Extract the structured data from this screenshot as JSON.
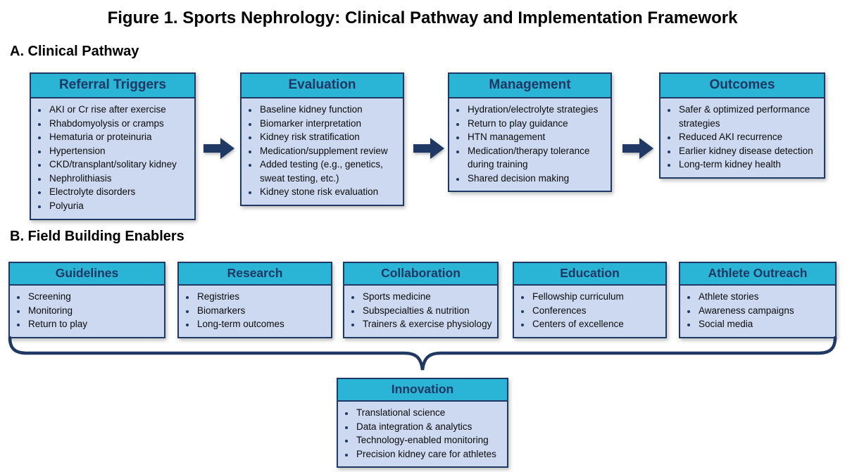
{
  "figure_title": "Figure 1. Sports Nephrology: Clinical Pathway and Implementation Framework",
  "section_a": {
    "heading": "A. Clinical Pathway",
    "boxes": [
      {
        "title": "Referral Triggers",
        "items": [
          "AKI or Cr rise after exercise",
          "Rhabdomyolysis or cramps",
          "Hematuria or proteinuria",
          "Hypertension",
          "CKD/transplant/solitary kidney",
          "Nephrolithiasis",
          "Electrolyte disorders",
          "Polyuria"
        ]
      },
      {
        "title": "Evaluation",
        "items": [
          "Baseline kidney function",
          "Biomarker interpretation",
          "Kidney risk stratification",
          "Medication/supplement review",
          "Added testing (e.g., genetics, sweat testing, etc.)",
          "Kidney stone risk evaluation"
        ]
      },
      {
        "title": "Management",
        "items": [
          "Hydration/electrolyte strategies",
          "Return to play guidance",
          "HTN management",
          "Medication/therapy tolerance during training",
          "Shared decision making"
        ]
      },
      {
        "title": "Outcomes",
        "items": [
          "Safer & optimized performance strategies",
          "Reduced AKI recurrence",
          "Earlier kidney disease detection",
          "Long-term kidney health"
        ]
      }
    ]
  },
  "section_b": {
    "heading": "B. Field Building Enablers",
    "boxes": [
      {
        "title": "Guidelines",
        "items": [
          "Screening",
          "Monitoring",
          "Return to play"
        ]
      },
      {
        "title": "Research",
        "items": [
          "Registries",
          "Biomarkers",
          "Long-term outcomes"
        ]
      },
      {
        "title": "Collaboration",
        "items": [
          "Sports medicine",
          "Subspecialties & nutrition",
          "Trainers & exercise physiology"
        ]
      },
      {
        "title": "Education",
        "items": [
          "Fellowship curriculum",
          "Conferences",
          "Centers of excellence"
        ]
      },
      {
        "title": "Athlete Outreach",
        "items": [
          "Athlete stories",
          "Awareness campaigns",
          "Social media"
        ]
      }
    ],
    "innovation": {
      "title": "Innovation",
      "items": [
        "Translational science",
        "Data integration & analytics",
        "Technology-enabled monitoring",
        "Precision kidney care for athletes"
      ]
    }
  },
  "colors": {
    "header_fill": "#2ab4d6",
    "body_fill": "#cdd9f0",
    "border": "#1f3864",
    "arrow": "#1f3864"
  }
}
